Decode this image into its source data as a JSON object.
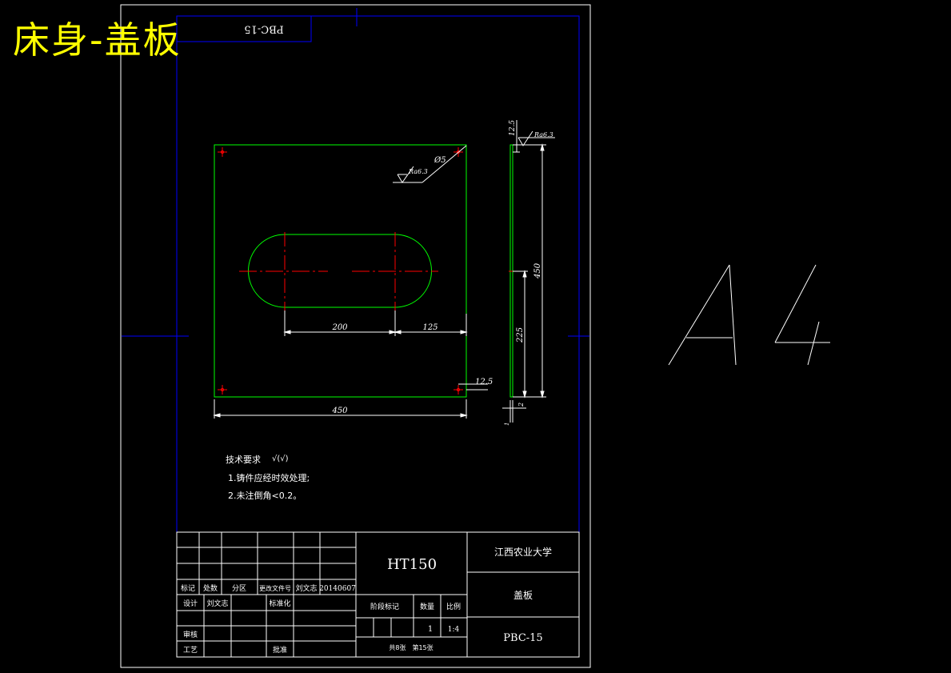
{
  "header": {
    "title": "床身-盖板",
    "mirrored_code": "PBC-15"
  },
  "sheet_size": "A4",
  "dimensions": {
    "slot_center_distance": "200",
    "slot_to_edge": "125",
    "plate_width": "450",
    "edge_offset_right": "12.5",
    "side_top_offset": "12.5",
    "side_height": "450",
    "side_half_height": "225",
    "thickness": "2",
    "thickness_small": "1",
    "hole_diameter": "Ø5"
  },
  "roughness": {
    "front": "Ra6.3",
    "side": "Ra6.3"
  },
  "tech_requirements": {
    "heading": "技术要求",
    "heading_symbol": "√(√)",
    "items": [
      "1.铸件应经时效处理;",
      "2.未注倒角<0.2。"
    ]
  },
  "title_block": {
    "material": "HT150",
    "university": "江西农业大学",
    "part_name": "盖板",
    "drawing_no": "PBC-15",
    "row_mark": {
      "c1": "标记",
      "c2": "处数",
      "c3": "分区",
      "c4": "更改文件号",
      "c5": "刘文志",
      "c6": "20140607"
    },
    "row_design": {
      "c1": "设计",
      "c2": "刘文志",
      "c3": "标准化"
    },
    "row_review": "审核",
    "row_process": "工艺",
    "approve": "批准",
    "stage_label": "阶段标记",
    "quantity_label": "数量",
    "scale_label": "比例",
    "quantity": "1",
    "scale": "1:4",
    "sheets": "共8张　第15张"
  },
  "colors": {
    "background": "#000000",
    "frame": "#ffffff",
    "border_blue": "#0000ff",
    "outline_green": "#00ff00",
    "center_red": "#ff0000",
    "title_yellow": "#ffff00"
  }
}
